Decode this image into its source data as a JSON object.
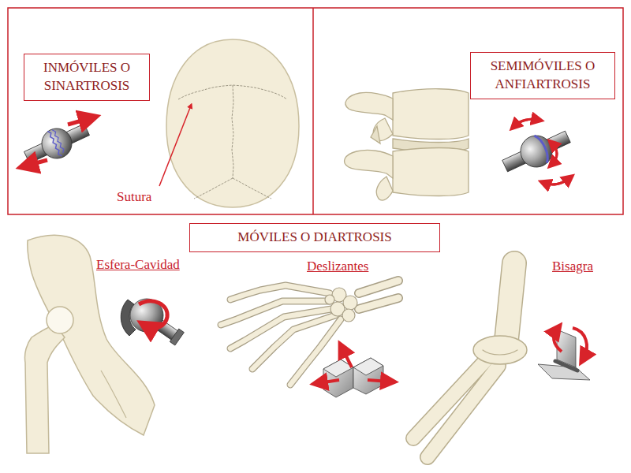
{
  "diagram": {
    "nodes": [
      {
        "text": [
          "INMÓVILES O SINARTROSIS"
        ]
      },
      {
        "text": [
          "SEMIMÓVILES O ANFIARTROSIS"
        ]
      },
      {
        "text": [
          "MÓVILES O DIARTROSIS"
        ]
      }
    ],
    "labels": [
      "Sutura",
      "Esfera-Cavidad",
      "Deslizantes",
      "Bisagra"
    ]
  }
}
